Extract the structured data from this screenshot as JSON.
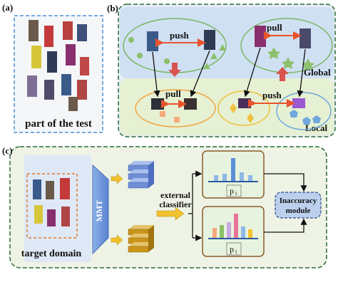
{
  "panel_a": {
    "label": "(a)",
    "caption": "part of the test"
  },
  "panel_b": {
    "label": "(b)",
    "push_top": "push",
    "pull_top": "pull",
    "pull_bottom": "pull",
    "push_bottom": "push",
    "global_label": "Global",
    "local_label": "Local"
  },
  "panel_c": {
    "label": "(c)",
    "model_label": "MMT",
    "domain_label": "target domain",
    "external_label_line1": "external",
    "external_label_line2": "classifier",
    "p_top": "p",
    "p_top_sub": "i",
    "p_bottom": "p",
    "p_bottom_sub": "i",
    "module_line1": "Inaccuracy",
    "module_line2": "module"
  },
  "colors": {
    "panel_b_bg": "#dfe9f6",
    "global_band": "#cfe0f3",
    "local_band": "#e6f0d3",
    "green_shape": "#8cc06a",
    "orange_arrow": "#e8542c",
    "cube_blue": "#6f8ed6",
    "cube_gold": "#c9951a",
    "model_blue": "#6d94d8",
    "module_bg": "#bcd0ee",
    "chart_bg": "#e7f3de"
  },
  "icons": {
    "person_crop": "person-thumbnail",
    "feature_cube": "feature-cube-stack"
  }
}
